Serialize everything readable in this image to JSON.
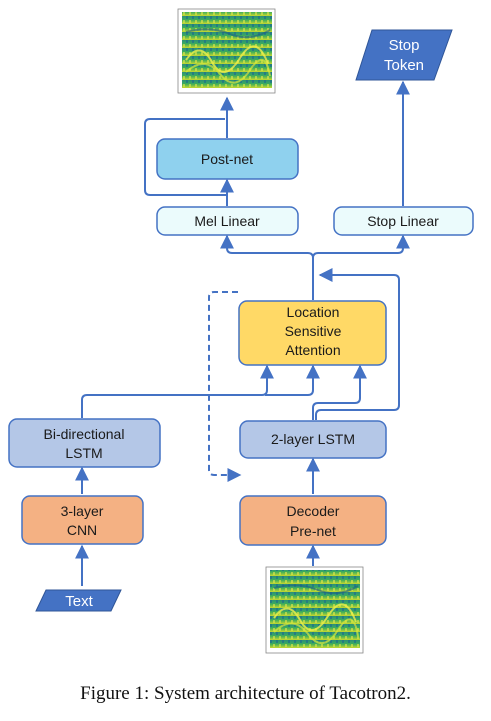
{
  "caption": "Figure 1: System architecture of Tacotron2.",
  "nodes": {
    "text_input": {
      "label": "Text"
    },
    "cnn": {
      "label": [
        "3-layer",
        "CNN"
      ]
    },
    "bilstm": {
      "label": [
        "Bi-directional",
        "LSTM"
      ]
    },
    "attention": {
      "label": [
        "Location",
        "Sensitive",
        "Attention"
      ]
    },
    "lstm2": {
      "label": "2-layer LSTM"
    },
    "prenet": {
      "label": [
        "Decoder",
        "Pre-net"
      ]
    },
    "mel_linear": {
      "label": "Mel Linear"
    },
    "stop_linear": {
      "label": "Stop Linear"
    },
    "postnet": {
      "label": "Post-net"
    },
    "stop_token": {
      "label": [
        "Stop",
        "Token"
      ]
    }
  },
  "colors": {
    "arrow": "#4472c4",
    "io_fill": "#4472c4",
    "encoder_fill": "#f4b183",
    "lstm_fill": "#b4c7e7",
    "attention_fill": "#ffd966",
    "linear_fill": "#ebfbfc",
    "postnet_fill": "#8fd1ee",
    "node_stroke": "#4472c4"
  }
}
